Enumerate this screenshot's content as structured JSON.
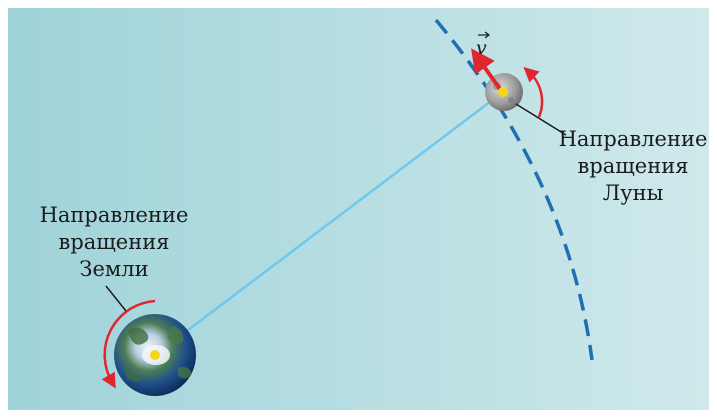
{
  "labels": {
    "earth_rotation": [
      "Направление",
      "вращения",
      "Земли"
    ],
    "moon_rotation": [
      "Направление",
      "вращения",
      "Луны"
    ],
    "velocity": "v"
  },
  "colors": {
    "background_left": "#9fd3d9",
    "background_right": "#cfe9eb",
    "orbit": "#1f6fb3",
    "earth_moon_line": "#6ec8ef",
    "rotation_arrows": "#e0262e",
    "velocity_arrow": "#e0262e",
    "centers": "#f7d616"
  },
  "icons": [
    "earth-icon",
    "moon-icon",
    "velocity-arrow-icon",
    "rotation-arrow-icon"
  ]
}
